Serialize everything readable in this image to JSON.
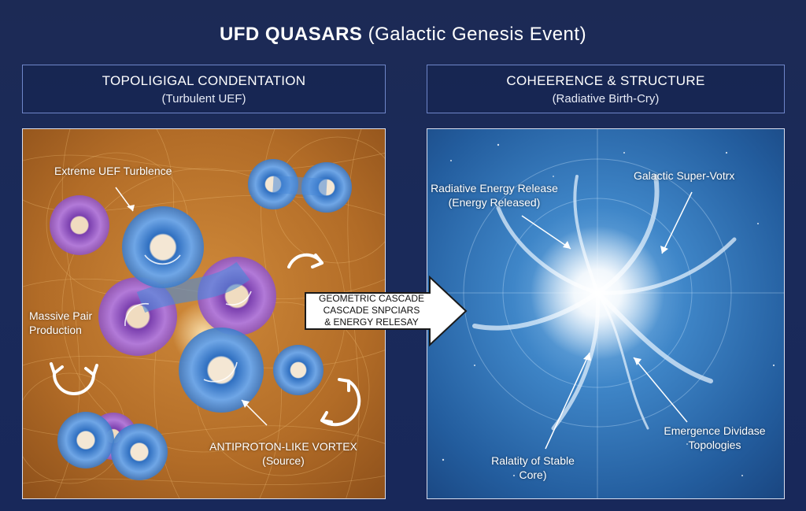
{
  "title": {
    "main": "UFD QUASARS",
    "sub": "(Galactic Genesis Event)"
  },
  "left_header": {
    "line1": "TOPOLIGIGAL CONDENTATION",
    "line2": "(Turbulent UEF)"
  },
  "right_header": {
    "line1": "COHEERENCE & STRUCTURE",
    "line2": "(Radiative Birth-Cry)"
  },
  "left_labels": {
    "turbulence": "Extreme UEF Turblence",
    "pair_production_1": "Massive Pair",
    "pair_production_2": "Production",
    "vortex_1": "ANTIPROTON-LIKE VORTEX",
    "vortex_2": "(Source)"
  },
  "arrow": {
    "line1": "GEOMETRIC CASCADE",
    "line2": "CASCADE SNPCIARS",
    "line3": "& ENERGY RELESAY"
  },
  "right_labels": {
    "energy_release_1": "Radiative Energy Release",
    "energy_release_2": "(Energy Released)",
    "super_vortex": "Galactic Super-Votrx",
    "emergence_1": "Emergence Dividase",
    "emergence_2": "Topologies",
    "core_1": "Ralatity of Stable",
    "core_2": "Core)"
  },
  "colors": {
    "background": "#1c2a55",
    "left_panel": "#b8732a",
    "vortex_blue": "#4f8fd6",
    "vortex_purple": "#9a5cc4",
    "right_panel": "#2e6fb3",
    "header_border": "#6f86c9"
  }
}
